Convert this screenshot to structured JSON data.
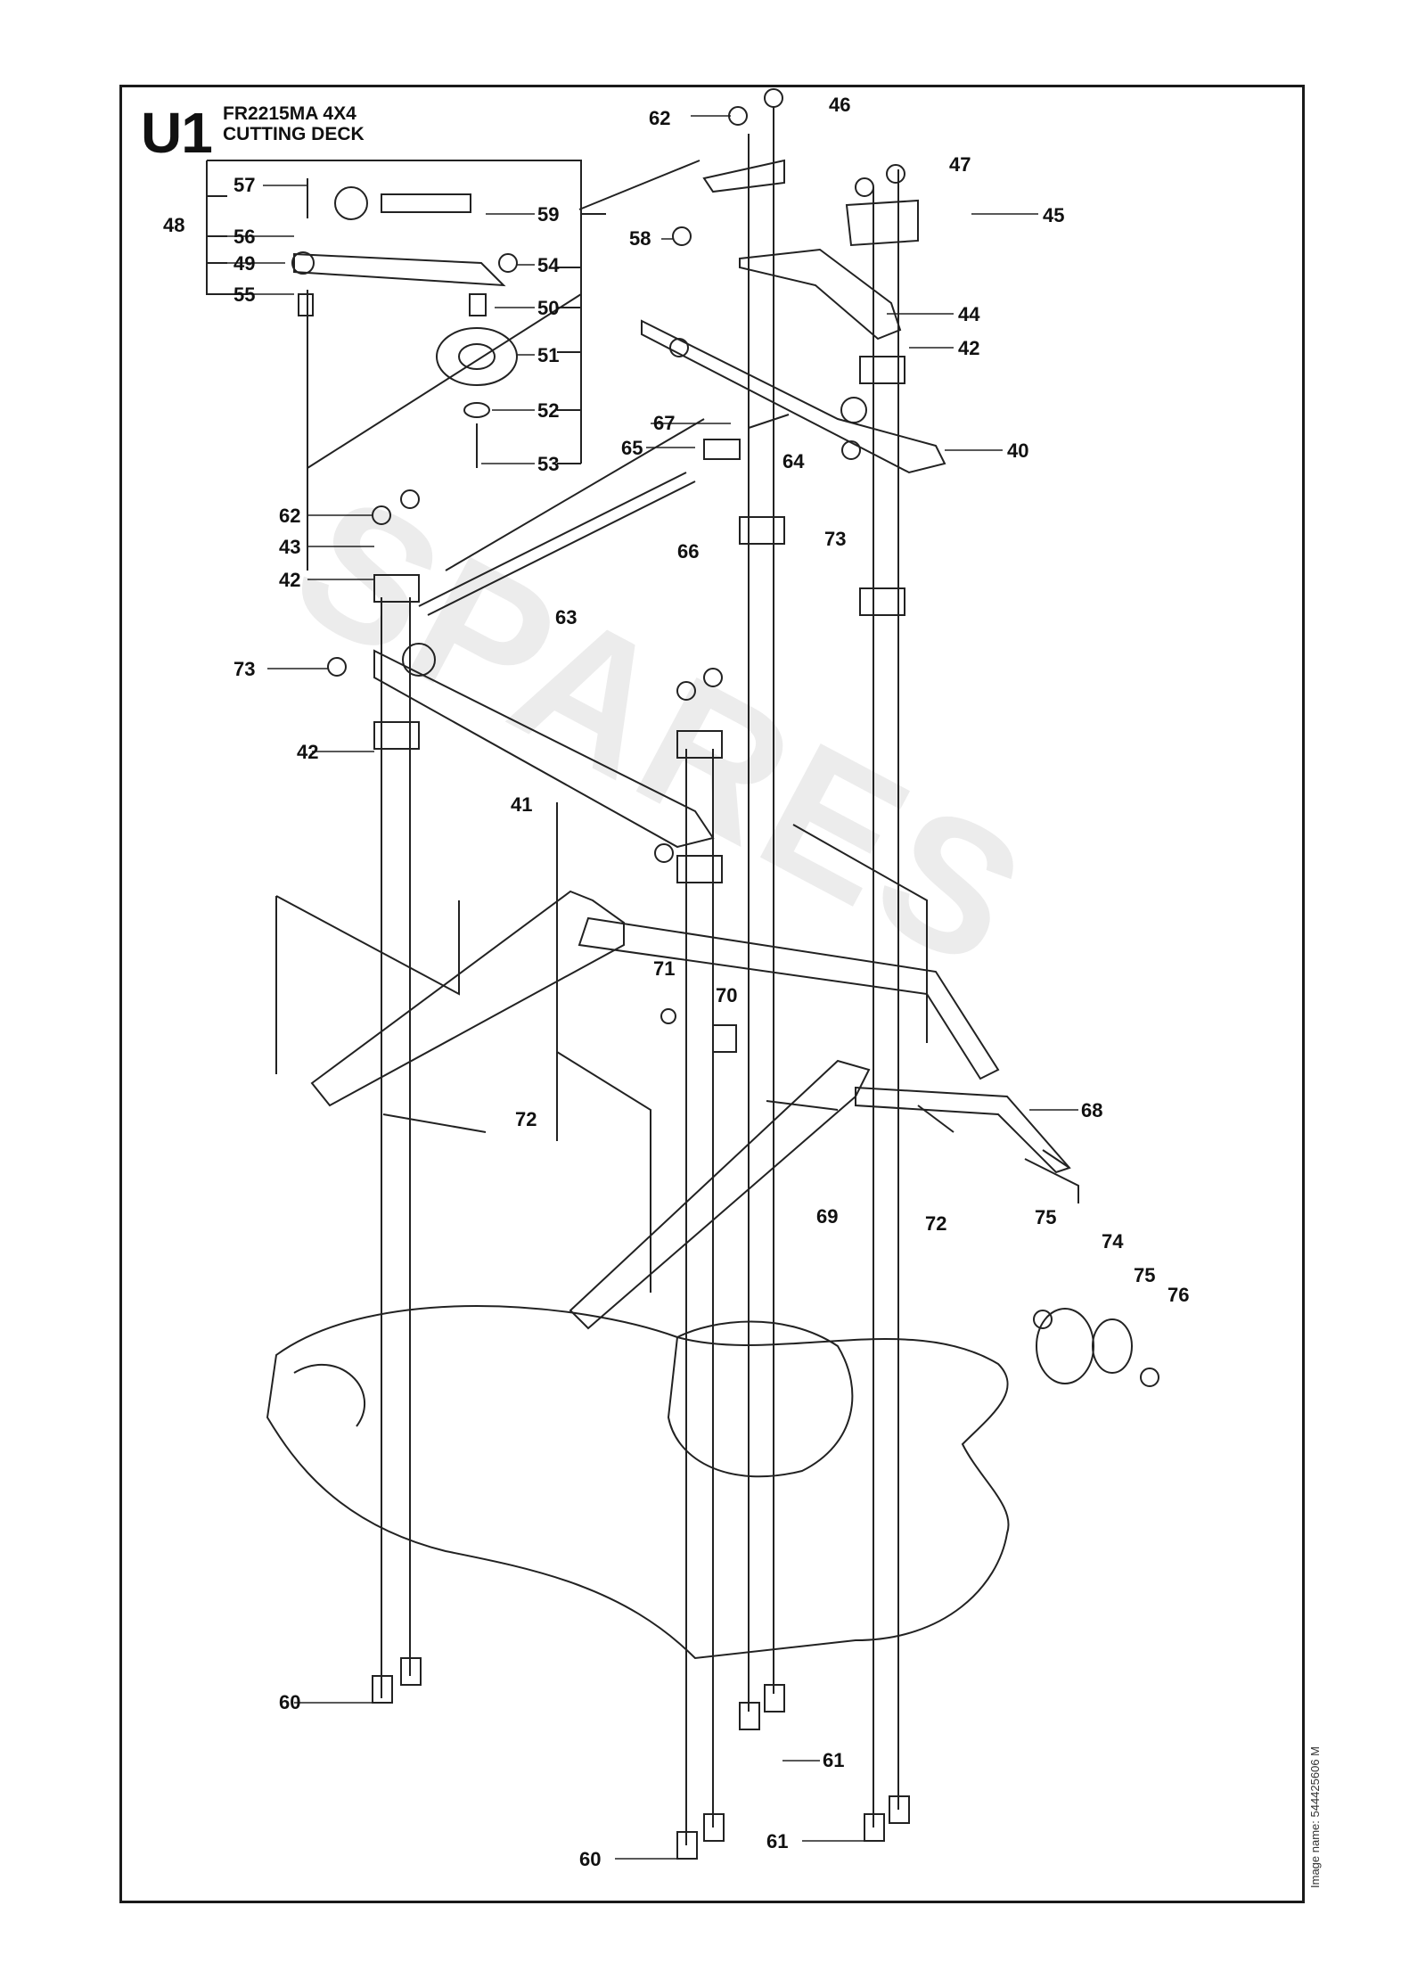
{
  "header": {
    "code": "U1",
    "model": "FR2215MA 4X4",
    "section": "CUTTING DECK"
  },
  "side_note": "Image name: 544425606 M",
  "callouts": [
    "57",
    "59",
    "48",
    "56",
    "58",
    "54",
    "49",
    "55",
    "50",
    "51",
    "52",
    "53",
    "62",
    "46",
    "47",
    "45",
    "44",
    "42",
    "67",
    "65",
    "64",
    "40",
    "66",
    "73",
    "43",
    "63",
    "41",
    "71",
    "70",
    "68",
    "72",
    "69",
    "75",
    "74",
    "76",
    "60",
    "61"
  ]
}
